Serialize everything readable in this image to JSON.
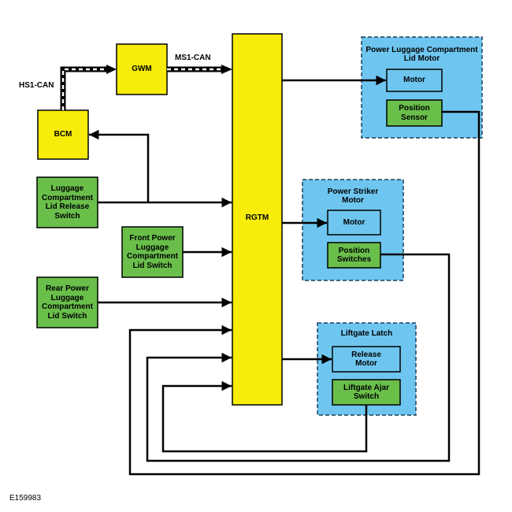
{
  "colors": {
    "yellow": "#f8ec0a",
    "green": "#6abf4b",
    "blue": "#6ec6f0",
    "black": "#000000"
  },
  "modules": {
    "gwm": "GWM",
    "bcm": "BCM",
    "rgtm": "RGTM"
  },
  "buses": {
    "hs1": "HS1-CAN",
    "ms1": "MS1-CAN"
  },
  "inputs": {
    "release_switch": "Luggage Compartment Lid Release Switch",
    "front_switch": "Front Power Luggage Compartment Lid Switch",
    "rear_switch": "Rear Power Luggage Compartment Lid Switch"
  },
  "groups": {
    "lid_motor": {
      "title": "Power Luggage Compartment Lid Motor",
      "motor": "Motor",
      "sensor": "Position Sensor"
    },
    "striker": {
      "title": "Power Striker Motor",
      "motor": "Motor",
      "switches": "Position Switches"
    },
    "latch": {
      "title": "Liftgate Latch",
      "release": "Release Motor",
      "ajar": "Liftgate Ajar Switch"
    }
  },
  "figure_ref": "E159983"
}
